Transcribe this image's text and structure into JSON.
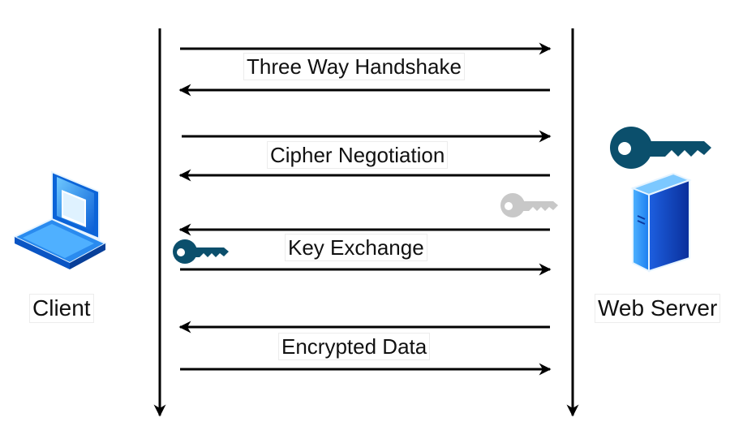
{
  "client": {
    "label": "Client"
  },
  "server": {
    "label": "Web Server"
  },
  "steps": [
    {
      "label": "Three Way Handshake"
    },
    {
      "label": "Cipher Negotiation"
    },
    {
      "label": "Key Exchange"
    },
    {
      "label": "Encrypted Data"
    }
  ],
  "colors": {
    "line": "#000000",
    "dark_key": "#0b4f6c",
    "light_key": "#c8c8c8",
    "device_blue": "#1e90ff"
  },
  "icons": [
    "laptop-icon",
    "server-icon",
    "dark-key-icon",
    "light-key-icon"
  ]
}
